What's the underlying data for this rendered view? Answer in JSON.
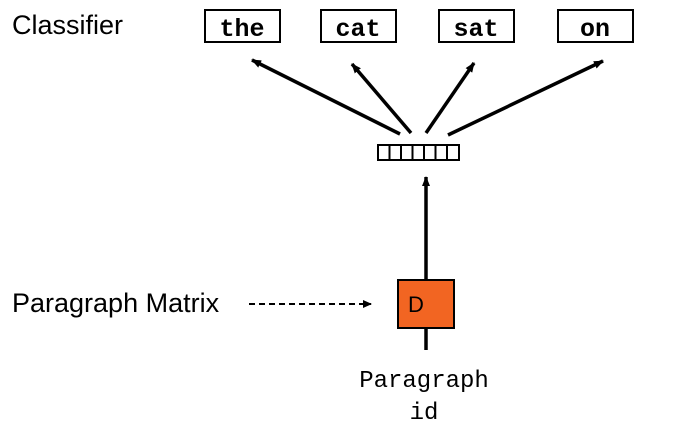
{
  "labels": {
    "classifier": "Classifier",
    "paragraph_matrix": "Paragraph Matrix",
    "paragraph_id_line1": "Paragraph",
    "paragraph_id_line2": "id"
  },
  "words": [
    "the",
    "cat",
    "sat",
    "on"
  ],
  "matrix_node": {
    "label": "D",
    "color": "#f26522"
  },
  "colors": {
    "stroke": "#000000",
    "background": "#ffffff"
  }
}
